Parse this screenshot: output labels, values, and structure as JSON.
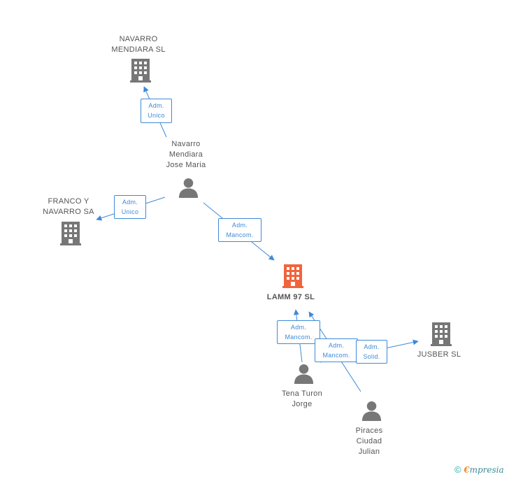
{
  "nodes": {
    "navarro_mendiara_sl": {
      "label": "NAVARRO\nMENDIARA SL"
    },
    "navarro_jose_maria": {
      "label": "Navarro\nMendiara\nJose Maria"
    },
    "franco_navarro": {
      "label": "FRANCO Y\nNAVARRO SA"
    },
    "lamm97": {
      "label": "LAMM 97 SL"
    },
    "jusber": {
      "label": "JUSBER  SL"
    },
    "tena_turon": {
      "label": "Tena Turon\nJorge"
    },
    "piraces": {
      "label": "Piraces\nCiudad\nJulian"
    }
  },
  "relations": {
    "rel_adm_unico_1": "Adm.\nUnico",
    "rel_adm_unico_2": "Adm.\nUnico",
    "rel_adm_mancom_1": "Adm.\nMancom.",
    "rel_adm_mancom_2": "Adm.\nMancom.",
    "rel_adm_mancom_3": "Adm.\nMancom.",
    "rel_adm_solid": "Adm.\nSolid."
  },
  "colors": {
    "company": "#777777",
    "focus_company": "#f0643c",
    "person": "#777777",
    "edge": "#3d8ad6"
  },
  "footer": {
    "copyright": "©",
    "brand_first": "€",
    "brand_rest": "mpresia"
  }
}
